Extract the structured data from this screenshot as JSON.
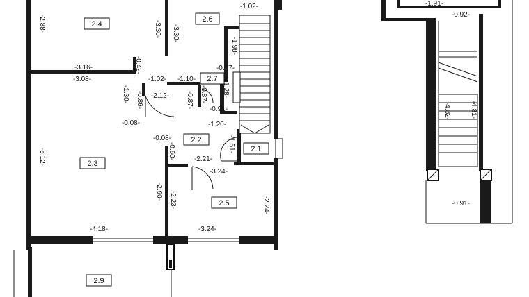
{
  "plan": {
    "rooms": [
      {
        "id": "2.4",
        "label": "2.4"
      },
      {
        "id": "2.6",
        "label": "2.6"
      },
      {
        "id": "2.7",
        "label": "2.7"
      },
      {
        "id": "2.2",
        "label": "2.2"
      },
      {
        "id": "2.1",
        "label": "2.1"
      },
      {
        "id": "2.3",
        "label": "2.3"
      },
      {
        "id": "2.5",
        "label": "2.5"
      },
      {
        "id": "2.9",
        "label": "2.9"
      }
    ],
    "dims": [
      "-2.88-",
      "-3.30-",
      "-3.30-",
      "-1.02-",
      "-1.98-",
      "-3.16-",
      "-3.08-",
      "-0.42-",
      "-1.02-",
      "-1.10-",
      "-0.17-",
      "-1.30-",
      "-0.86-",
      "-2.12-",
      "-0.87-",
      "-0.87-",
      "-1.28-",
      "-0.91-",
      "-0.08-",
      "-1.20-",
      "-0.08-",
      "-0.60-",
      "-1.51-",
      "-5.12-",
      "-2.21-",
      "-3.24-",
      "-2.90-",
      "-2.23-",
      "-2.24-",
      "-4.18-",
      "-3.24-",
      "-1.91-",
      "-0.92-",
      "-4.82-",
      "-4.81-",
      "-0.91-"
    ]
  }
}
